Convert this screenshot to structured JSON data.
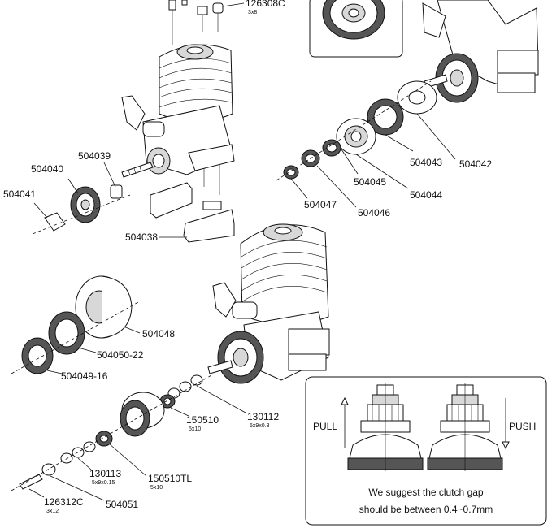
{
  "parts": {
    "p126308C": "126308C",
    "p126308C_size": "3x8",
    "p504039": "504039",
    "p504040": "504040",
    "p504041": "504041",
    "p504038": "504038",
    "p504043": "504043",
    "p504042": "504042",
    "p504045": "504045",
    "p504044": "504044",
    "p504047": "504047",
    "p504046": "504046",
    "p504048": "504048",
    "p504050_22": "504050-22",
    "p504049_16": "504049-16",
    "p150510": "150510",
    "p150510_size": "5x10",
    "p130112": "130112",
    "p130112_size": "5x9x0.3",
    "p130113": "130113",
    "p130113_size": "5x9x0.15",
    "p150510TL": "150510TL",
    "p150510TL_size": "5x10",
    "p126312C": "126312C",
    "p126312C_size": "3x12",
    "p504051": "504051"
  },
  "inset": {
    "pull_label": "PULL",
    "push_label": "PUSH",
    "note_line1": "We suggest the clutch gap",
    "note_line2": "should be between 0.4~0.7mm"
  }
}
